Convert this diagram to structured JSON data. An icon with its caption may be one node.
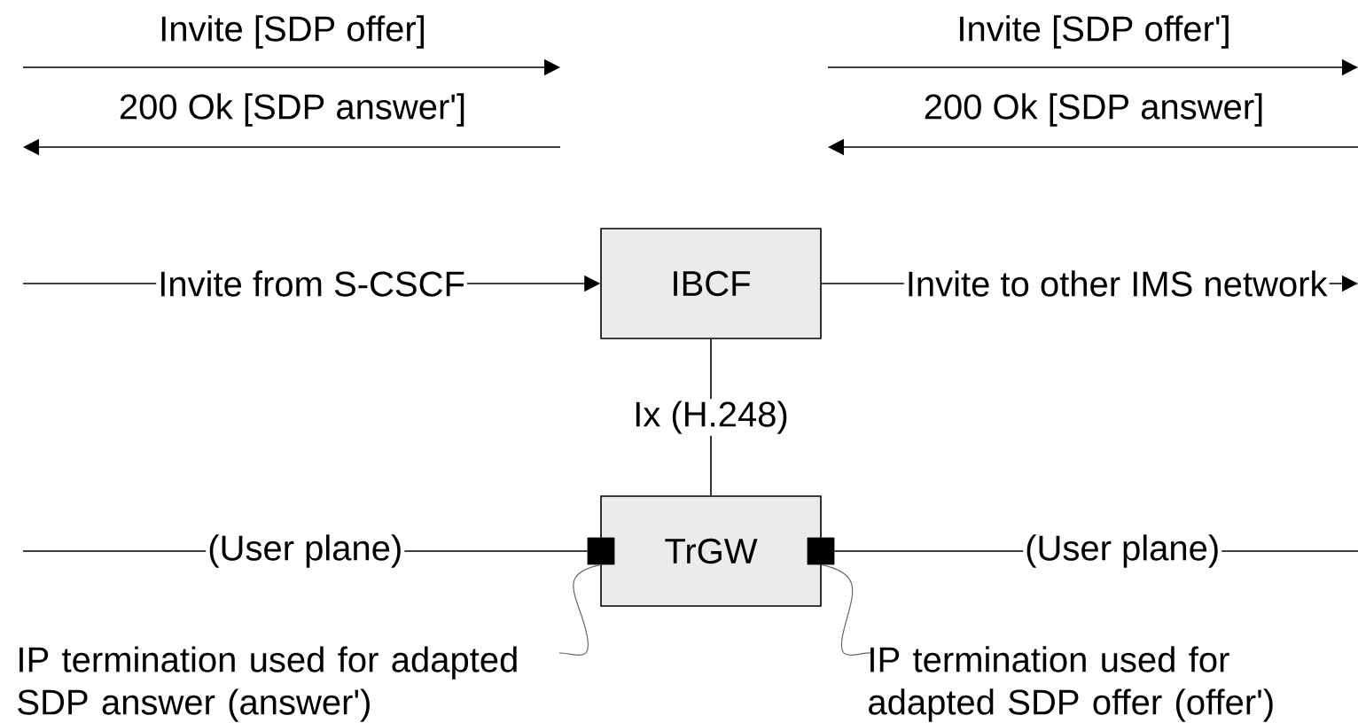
{
  "diagram": {
    "nodes": [
      {
        "text": [
          "IBCF"
        ]
      },
      {
        "text": [
          "TrGW"
        ]
      },
      {
        "text": [],
        "shape": "box"
      },
      {
        "text": [],
        "shape": "box"
      },
      {
        "text": [
          "IP termination used for adapted SDP answer (answer')"
        ]
      },
      {
        "text": [
          "IP termination used for adapted SDP offer (offer')"
        ]
      }
    ],
    "edges": [
      {
        "from": null,
        "to": 0,
        "arrow": "to",
        "label": "Invite from S-CSCF"
      },
      {
        "from": 0,
        "to": null,
        "arrow": "to",
        "label": "Invite to other IMS network"
      },
      {
        "from": 0,
        "to": 1,
        "arrow": "none",
        "label": "Ix (H.248)"
      },
      {
        "from": null,
        "to": 2,
        "arrow": "none",
        "label": "(User plane)"
      },
      {
        "from": 3,
        "to": null,
        "arrow": "none",
        "label": "(User plane)"
      },
      {
        "from": 4,
        "to": 2,
        "arrow": "none",
        "color": "#666666"
      },
      {
        "from": 5,
        "to": 3,
        "arrow": "none",
        "color": "#666666"
      }
    ],
    "labels": [
      "Invite [SDP offer]",
      "Invite [SDP offer']",
      "200 Ok [SDP answer']",
      "200 Ok [SDP answer]"
    ]
  }
}
